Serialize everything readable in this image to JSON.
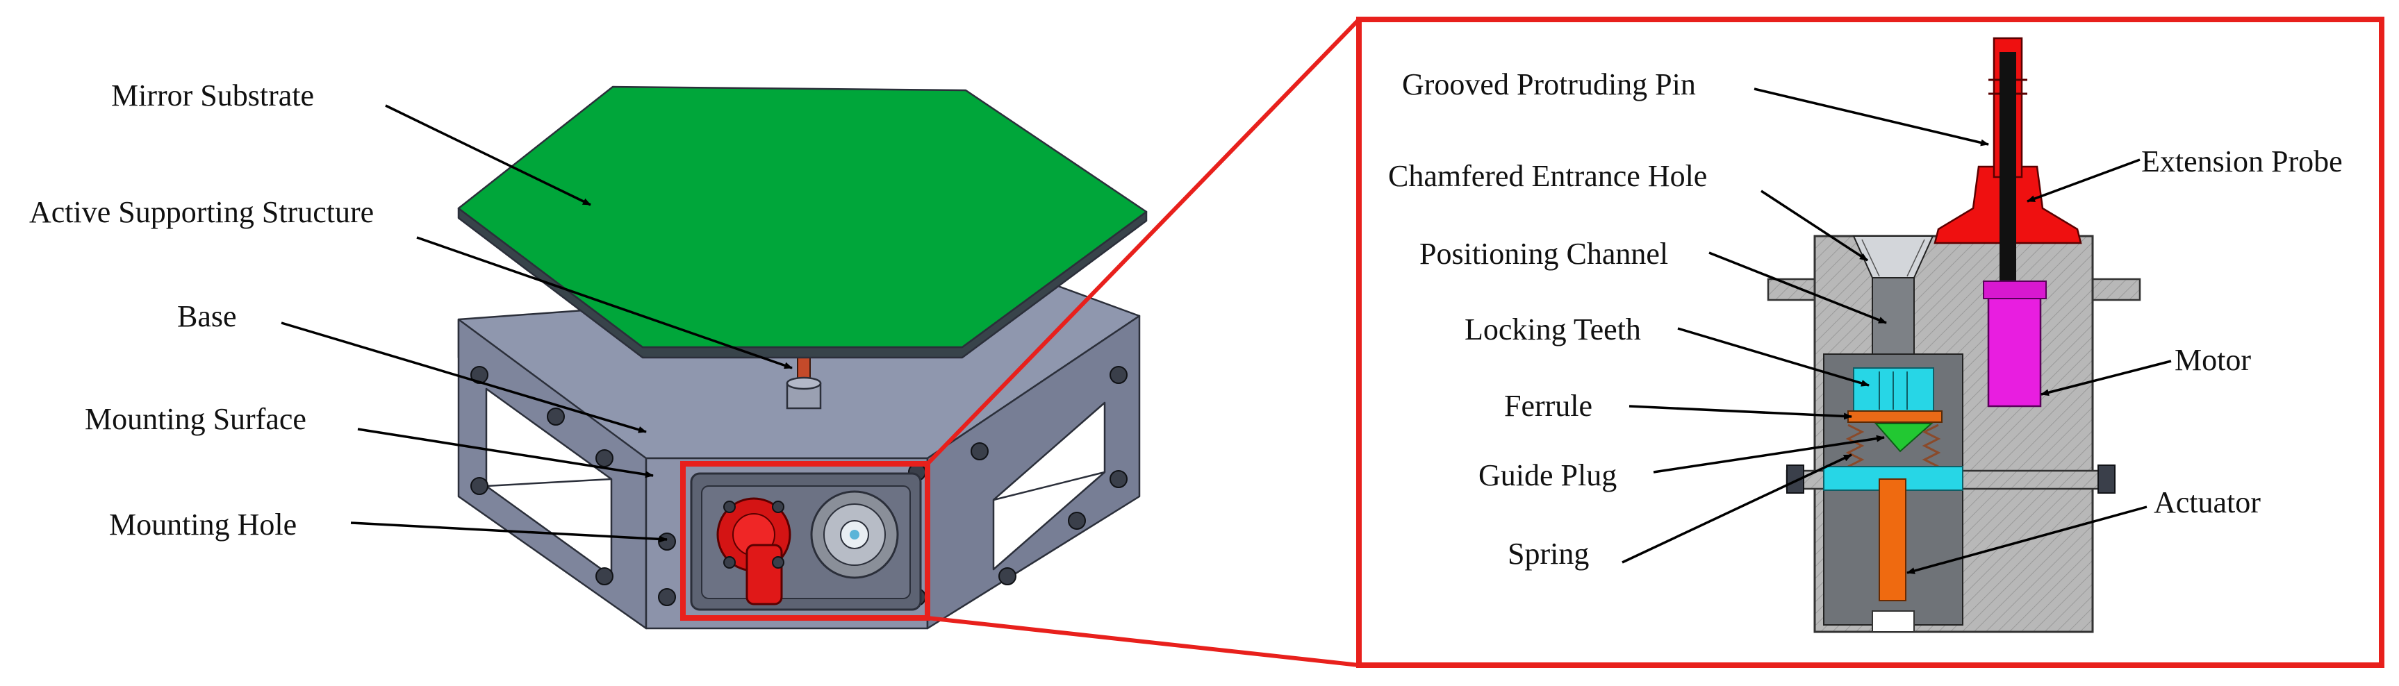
{
  "labels": {
    "mirror_substrate": "Mirror Substrate",
    "active_supporting_structure": "Active Supporting Structure",
    "base": "Base",
    "mounting_surface": "Mounting Surface",
    "mounting_hole": "Mounting Hole",
    "grooved_protruding_pin": "Grooved Protruding Pin",
    "chamfered_entrance_hole": "Chamfered Entrance Hole",
    "extension_probe": "Extension Probe",
    "positioning_channel": "Positioning Channel",
    "locking_teeth": "Locking Teeth",
    "motor": "Motor",
    "ferrule": "Ferrule",
    "guide_plug": "Guide Plug",
    "actuator": "Actuator",
    "spring": "Spring"
  },
  "colors": {
    "mirror": "#00a63a",
    "body": "#8c93aa",
    "section": "#b8b8b8",
    "highlight_frame": "#e8201c",
    "extension_probe": "#ef1010",
    "motor": "#e81ee0",
    "locking_teeth": "#27d6e6",
    "ferrule": "#e96a17",
    "guide_plug": "#22c832",
    "actuator": "#ef6a10"
  }
}
